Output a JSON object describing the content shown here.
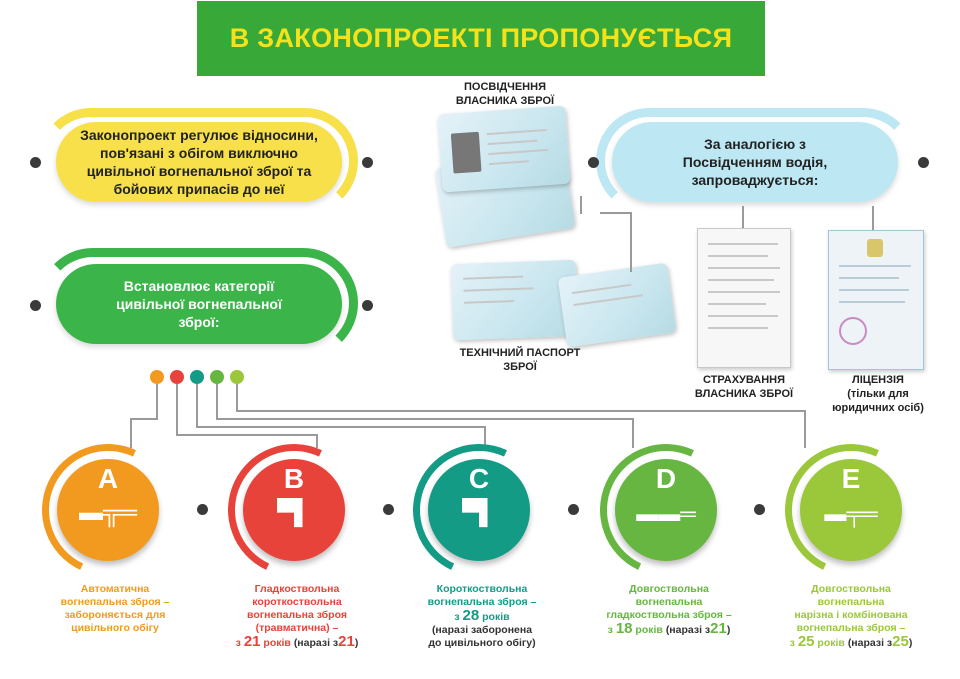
{
  "title": "В ЗАКОНОПРОЕКТІ ПРОПОНУЄТЬСЯ",
  "pill_yellow": "Законопроект регулює відносини, пов'язані з обігом виключно цивільної вогнепальної зброї та бойових припасів до неї",
  "pill_green": "Встановлює категорії цивільної вогнепальної зброї:",
  "pill_blue": "За аналогією з Посвідченням водія, запроваджується:",
  "doc_labels": {
    "owner_id": "ПОСВІДЧЕННЯ ВЛАСНИКА ЗБРОЇ",
    "tech_passport": "ТЕХНІЧНИЙ ПАСПОРТ ЗБРОЇ",
    "insurance": "СТРАХУВАННЯ ВЛАСНИКА ЗБРОЇ",
    "license": "ЛІЦЕНЗІЯ",
    "license_note": "(тільки для юридичних осіб)"
  },
  "colors": {
    "banner": "#38a838",
    "banner_text": "#f4e21a",
    "yellow": "#f7e04a",
    "green": "#3bb54a",
    "blue": "#bde8f3",
    "cat_a": "#f29a1f",
    "cat_b": "#e8433a",
    "cat_c": "#139b86",
    "cat_d": "#66b641",
    "cat_e": "#9bc73a"
  },
  "categories": [
    {
      "letter": "A",
      "icon": "machine-gun-icon",
      "lines": [
        "Автоматична",
        "вогнепальна зброя –",
        "забороняється для",
        "цивільного обігу"
      ],
      "age_prefix": "",
      "age": "",
      "age_unit": "",
      "note": ""
    },
    {
      "letter": "B",
      "icon": "pistol-icon",
      "lines": [
        "Гладкоствольна",
        "короткоствольна",
        "вогнепальна зброя",
        "(травматична) –"
      ],
      "age_prefix": "з",
      "age": "21",
      "age_unit": "років",
      "note": "(наразі з",
      "note_age": "21",
      "note_end": ")"
    },
    {
      "letter": "C",
      "icon": "handgun-icon",
      "lines": [
        "Короткоствольна",
        "вогнепальна зброя –"
      ],
      "age_prefix": "з",
      "age": "28",
      "age_unit": "років",
      "note": "(наразі заборонена",
      "note2": "до цивільного обігу)"
    },
    {
      "letter": "D",
      "icon": "shotgun-icon",
      "lines": [
        "Довгоствольна",
        "вогнепальна",
        "гладкоствольна зброя –"
      ],
      "age_prefix": "з",
      "age": "18",
      "age_unit": "років",
      "note": "(наразі з",
      "note_age": "21",
      "note_end": ")"
    },
    {
      "letter": "E",
      "icon": "sniper-rifle-icon",
      "lines": [
        "Довгоствольна",
        "вогнепальна",
        "нарізна і комбінована",
        "вогнепальна зброя –"
      ],
      "age_prefix": "з",
      "age": "25",
      "age_unit": "років",
      "note": "(наразі з",
      "note_age": "25",
      "note_end": ")"
    }
  ]
}
